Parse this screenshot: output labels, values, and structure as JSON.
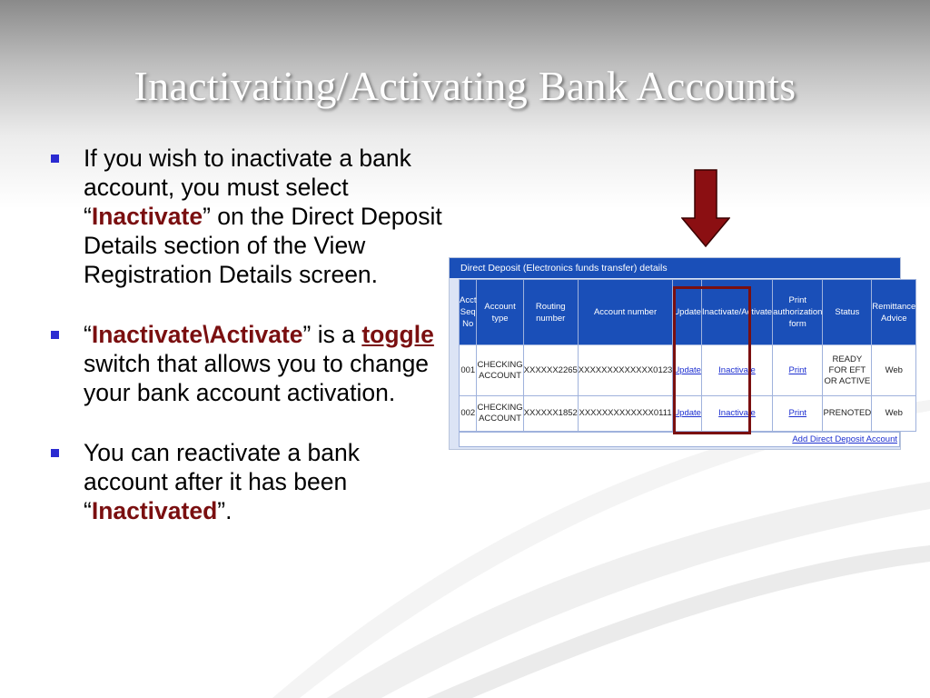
{
  "slide": {
    "title": "Inactivating/Activating Bank Accounts",
    "accent_color": "#7a0f10",
    "bullet_color": "#2b2bd1"
  },
  "bullets": [
    {
      "pre": "If you wish to inactivate a bank account, you must select “",
      "bold": "Inactivate",
      "post": "” on the Direct Deposit Details section of the View Registration Details screen."
    },
    {
      "pre": "“",
      "bold": "Inactivate\\Activate",
      "mid": "” is a ",
      "bold2": "toggle",
      "post": " switch that allows you to change your bank account activation."
    },
    {
      "pre": "You can reactivate a bank account after it has been “",
      "bold": "Inactivated",
      "post": "”."
    }
  ],
  "arrow_icon": "down-arrow-icon",
  "screenshot": {
    "header": "Direct Deposit (Electronics funds transfer) details",
    "columns": [
      "Acct Seq No",
      "Account type",
      "Routing number",
      "Account number",
      "Update",
      "Inactivate/Activate",
      "Print authorization form",
      "Status",
      "Remittance Advice"
    ],
    "rows": [
      {
        "seq": "001",
        "type": "CHECKING ACCOUNT",
        "routing": "XXXXXX2265",
        "account": "XXXXXXXXXXXXX0123",
        "update": "Update",
        "toggle": "Inactivate",
        "print": "Print",
        "status": "READY FOR EFT OR ACTIVE",
        "remittance": "Web"
      },
      {
        "seq": "002",
        "type": "CHECKING ACCOUNT",
        "routing": "XXXXXX1852",
        "account": "XXXXXXXXXXXXX0111",
        "update": "Update",
        "toggle": "Inactivate",
        "print": "Print",
        "status": "PRENOTED",
        "remittance": "Web"
      }
    ],
    "add_link": "Add Direct Deposit Account"
  }
}
